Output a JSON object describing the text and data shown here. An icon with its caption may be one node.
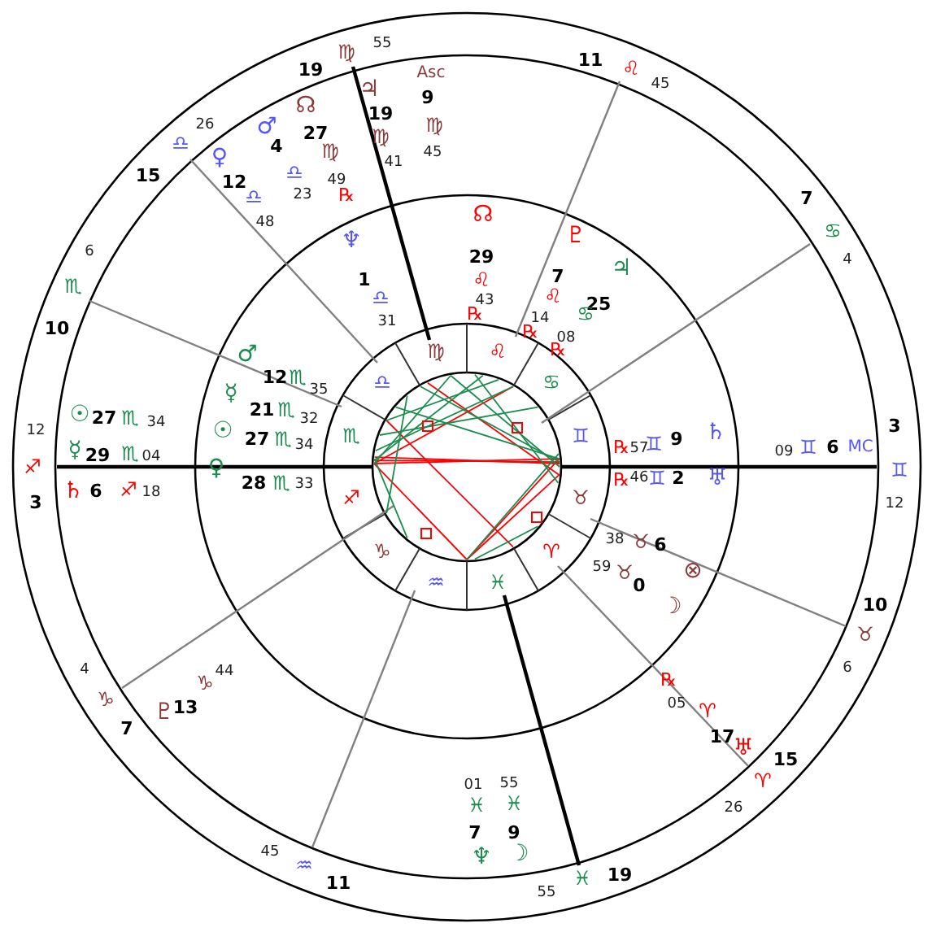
{
  "diagram": {
    "labels": [
      "19",
      "♍",
      "55",
      "Asc",
      "☊",
      "♃",
      "19",
      "9",
      "26",
      "♂",
      "27",
      "♍",
      "♍",
      "♎",
      "♀",
      "4",
      "♍",
      "41",
      "45",
      "15",
      "12",
      "♎",
      "49",
      "♎",
      "23",
      "℞",
      "48",
      "11",
      "♌",
      "45",
      "7",
      "♋",
      "4",
      "☊",
      "♆",
      "♇",
      "29",
      "♃",
      "1",
      "♌",
      "7",
      "♎",
      "43",
      "♌",
      "25",
      "31",
      "℞",
      "14",
      "♋",
      "℞",
      "08",
      "℞",
      "6",
      "♏",
      "10",
      "♂",
      "12",
      "♏",
      "35",
      "☿",
      "21",
      "♏",
      "32",
      "☉",
      "27",
      "♏",
      "34",
      "♀",
      "28",
      "♏",
      "33",
      "☉",
      "27",
      "♏",
      "34",
      "12",
      "☿",
      "29",
      "♏",
      "04",
      "♐",
      "♄",
      "6",
      "♐",
      "18",
      "3",
      "♍",
      "♌",
      "♋",
      "♊",
      "♉",
      "♈",
      "♓",
      "♒",
      "♑",
      "♐",
      "♏",
      "♎",
      "3",
      "℞",
      "57",
      "♊",
      "9",
      "♄",
      "09",
      "♊",
      "6",
      "MC",
      "♊",
      "℞",
      "46",
      "♊",
      "2",
      "♅",
      "12",
      "38",
      "♉",
      "6",
      "59",
      "♉",
      "⊗",
      "0",
      "☽",
      "10",
      "♉",
      "6",
      "℞",
      "05",
      "♈",
      "17",
      "♅",
      "15",
      "♈",
      "26",
      "01",
      "55",
      "♓",
      "♓",
      "7",
      "9",
      "♆",
      "☽",
      "♓",
      "19",
      "55",
      "4",
      "♑",
      "♑",
      "44",
      "♇",
      "13",
      "7",
      "45",
      "♒",
      "11"
    ]
  }
}
